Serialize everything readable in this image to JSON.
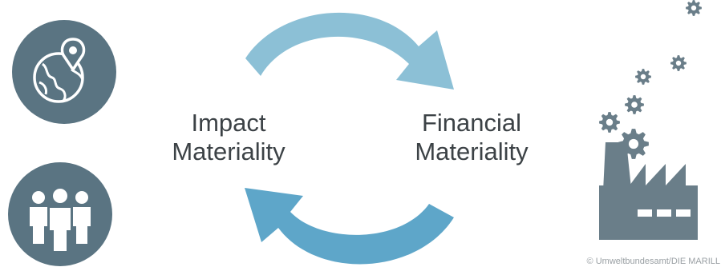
{
  "labels": {
    "impact": [
      "Impact",
      "Materiality"
    ],
    "financial": [
      "Financial",
      "Materiality"
    ]
  },
  "icons": {
    "top_left": "globe-location-icon",
    "bottom_left": "people-group-icon",
    "right": "factory-icon"
  },
  "copyright": "© Umweltbundesamt/DIE MARILL",
  "colors": {
    "icon_circle": "#5a7482",
    "arrow_top": "#8cc0d6",
    "arrow_bottom": "#5ea6c9",
    "factory": "#6a7e89",
    "text": "#3c4246"
  }
}
